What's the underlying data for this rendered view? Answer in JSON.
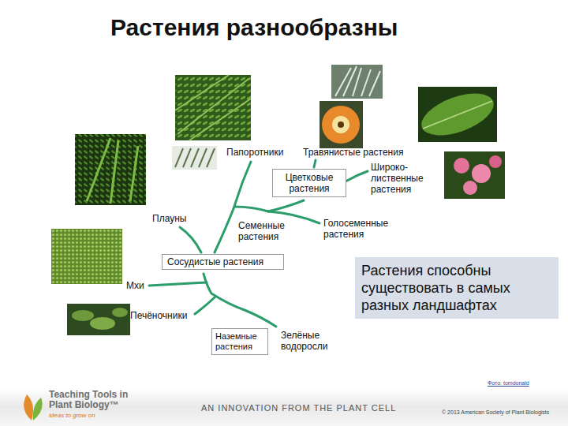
{
  "diagram": {
    "title": "Растения разнообразны",
    "nodes": [
      {
        "text": [
          "Цветковые растения"
        ]
      },
      {
        "text": [
          "Сосудистые растения"
        ]
      },
      {
        "text": [
          "Растения способны существовать в самых разных ландшафтах"
        ]
      },
      {
        "text": [
          "Наземные растения"
        ]
      }
    ],
    "labels": [
      "Папоротники",
      "Травянистые растения",
      "Широко- лиственные растения",
      "Плауны",
      "Семенные растения",
      "Голосеменные растения",
      "Мхи",
      "Печёночники",
      "Зелёные водоросли",
      "Фото: tomdonald",
      "Teaching Tools in Plant Biology™",
      "ideas to grow on",
      "AN INNOVATION FROM THE PLANT CELL",
      "© 2013 American Society of Plant Biologists"
    ]
  }
}
